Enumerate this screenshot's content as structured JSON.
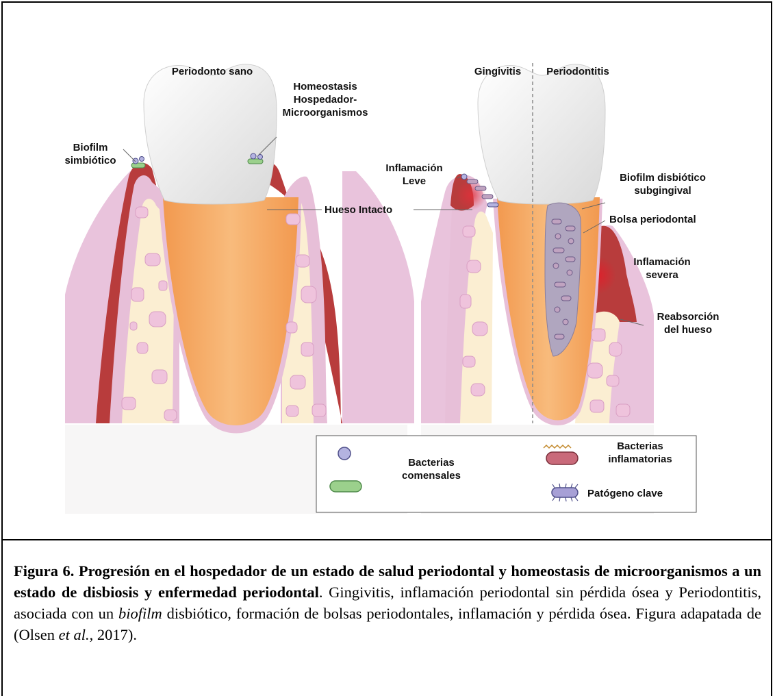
{
  "labels": {
    "periodonto_sano": "Periodonto sano",
    "homeostasis_1": "Homeostasis",
    "homeostasis_2": "Hospedador-",
    "homeostasis_3": "Microorganismos",
    "biofilm_1": "Biofilm",
    "biofilm_2": "simbiótico",
    "hueso_intacto": "Hueso Intacto",
    "gingivitis": "Gingivitis",
    "periodontitis": "Periodontitis",
    "inflamacion_leve_1": "Inflamación",
    "inflamacion_leve_2": "Leve",
    "biofilm_disbiotico_1": "Biofilm disbiótico",
    "biofilm_disbiotico_2": "subgingival",
    "bolsa_periodontal": "Bolsa periodontal",
    "inflamacion_severa_1": "Inflamación",
    "inflamacion_severa_2": "severa",
    "reabsorcion_1": "Reabsorción",
    "reabsorcion_2": "del hueso"
  },
  "legend": {
    "comensales_1": "Bacterias",
    "comensales_2": "comensales",
    "inflamatorias_1": "Bacterias",
    "inflamatorias_2": "inflamatorias",
    "patogeno": "Patógeno clave"
  },
  "caption": {
    "bold": "Figura 6. Progresión en el hospedador de un estado de salud periodontal y homeostasis de microorganismos a un estado de disbiosis y enfermedad periodontal",
    "text_1": ". Gingivitis, inflamación periodontal sin pérdida ósea y Periodontitis, asociada con un ",
    "italic_1": "biofilm",
    "text_2": " disbiótico, formación de bolsas periodontales, inflamación y pérdida ósea. Figura adapatada de (Olsen ",
    "italic_2": "et al.",
    "text_3": ", 2017)."
  },
  "colors": {
    "gum": "#b83c3c",
    "pink_tissue": "#e7bfd8",
    "bone": "#fbeed2",
    "marrow": "#efc3dc",
    "root": "#f4a462",
    "enamel": "#f4f4f4"
  }
}
